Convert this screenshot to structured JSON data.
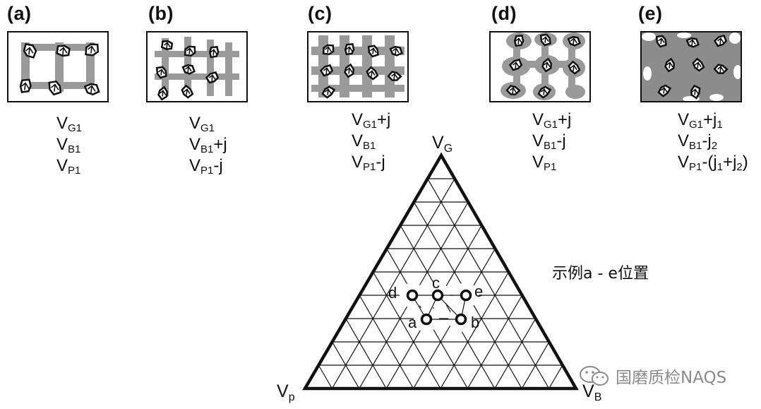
{
  "panels": [
    {
      "letter": "(a)",
      "formula": [
        [
          "V",
          "G1",
          ""
        ],
        [
          "V",
          "B1",
          ""
        ],
        [
          "V",
          "P1",
          ""
        ]
      ]
    },
    {
      "letter": "(b)",
      "formula": [
        [
          "V",
          "G1",
          ""
        ],
        [
          "V",
          "B1",
          "+j"
        ],
        [
          "V",
          "P1",
          "-j"
        ]
      ]
    },
    {
      "letter": "(c)",
      "formula": [
        [
          "V",
          "G1",
          "+j"
        ],
        [
          "V",
          "B1",
          ""
        ],
        [
          "V",
          "P1",
          "-j"
        ]
      ]
    },
    {
      "letter": "(d)",
      "formula": [
        [
          "V",
          "G1",
          "+j"
        ],
        [
          "V",
          "B1",
          "-j"
        ],
        [
          "V",
          "P1",
          ""
        ]
      ]
    },
    {
      "letter": "(e)",
      "formula": [
        [
          "V",
          "G1",
          "+j",
          "1",
          ""
        ],
        [
          "V",
          "B1",
          "-j",
          "2",
          ""
        ],
        [
          "V",
          "P1",
          "-(j",
          "1",
          "+j",
          "2",
          ")"
        ]
      ]
    }
  ],
  "ternary": {
    "vertices": {
      "top": {
        "main": "V",
        "sub": "G"
      },
      "left": {
        "main": "V",
        "sub": "p"
      },
      "right": {
        "main": "V",
        "sub": "B"
      }
    },
    "points": [
      {
        "label": "a"
      },
      {
        "label": "b"
      },
      {
        "label": "c"
      },
      {
        "label": "d"
      },
      {
        "label": "e"
      }
    ]
  },
  "caption": "示例a - e位置",
  "watermark": "国磨质检NAQS",
  "colors": {
    "ink": "#111111",
    "fill": "#9a9a9a",
    "fill_dark": "#8c8c8c",
    "watermark": "#8a8a8a"
  }
}
